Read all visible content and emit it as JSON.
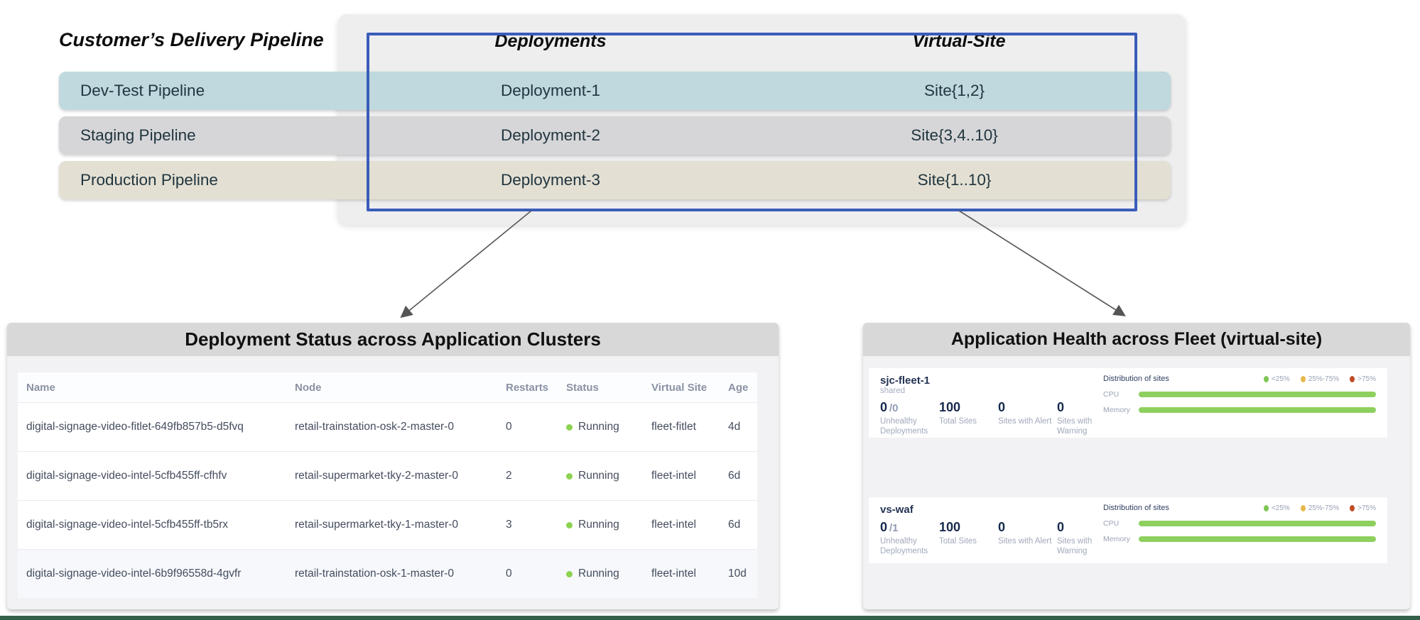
{
  "pipeline": {
    "title": "Customer’s Delivery Pipeline",
    "col_deployments": "Deployments",
    "col_virtual_site": "Virtual-Site",
    "highlight_border_color": "#3a5cba",
    "rows": [
      {
        "name": "Dev-Test Pipeline",
        "deployment": "Deployment-1",
        "sites": "Site{1,2}",
        "color": "#bfd9de"
      },
      {
        "name": "Staging Pipeline",
        "deployment": "Deployment-2",
        "sites": "Site{3,4..10}",
        "color": "#d6d6d8"
      },
      {
        "name": "Production Pipeline",
        "deployment": "Deployment-3",
        "sites": "Site{1..10}",
        "color": "#e3e0d3"
      }
    ]
  },
  "deployment_panel": {
    "title": "Deployment Status across Application Clusters",
    "columns": [
      "Name",
      "Node",
      "Restarts",
      "Status",
      "Virtual Site",
      "Age"
    ],
    "status_dot_color": "#8cd352",
    "rows": [
      {
        "name": "digital-signage-video-fitlet-649fb857b5-d5fvq",
        "node": "retail-trainstation-osk-2-master-0",
        "restarts": "0",
        "status": "Running",
        "virtual_site": "fleet-fitlet",
        "age": "4d"
      },
      {
        "name": "digital-signage-video-intel-5cfb455ff-cfhfv",
        "node": "retail-supermarket-tky-2-master-0",
        "restarts": "2",
        "status": "Running",
        "virtual_site": "fleet-intel",
        "age": "6d"
      },
      {
        "name": "digital-signage-video-intel-5cfb455ff-tb5rx",
        "node": "retail-supermarket-tky-1-master-0",
        "restarts": "3",
        "status": "Running",
        "virtual_site": "fleet-intel",
        "age": "6d"
      },
      {
        "name": "digital-signage-video-intel-6b9f96558d-4gvfr",
        "node": "retail-trainstation-osk-1-master-0",
        "restarts": "0",
        "status": "Running",
        "virtual_site": "fleet-intel",
        "age": "10d"
      }
    ]
  },
  "health_panel": {
    "title": "Application Health across Fleet (virtual-site)",
    "bar_color": "#8ed05e",
    "legend": [
      {
        "label": "<25%",
        "color": "#7dc653"
      },
      {
        "label": "25%-75%",
        "color": "#e6b94d"
      },
      {
        "label": ">75%",
        "color": "#c24b27"
      }
    ],
    "cards": [
      {
        "name": "sjc-fleet-1",
        "subtitle": "shared",
        "stats": [
          {
            "value": "0",
            "suffix": "/0",
            "label": "Unhealthy Deployments"
          },
          {
            "value": "100",
            "suffix": "",
            "label": "Total Sites"
          },
          {
            "value": "0",
            "suffix": "",
            "label": "Sites with Alert"
          },
          {
            "value": "0",
            "suffix": "",
            "label": "Sites with Warning"
          }
        ],
        "distribution": {
          "title": "Distribution of sites",
          "bars": [
            {
              "label": "CPU",
              "percent": 100
            },
            {
              "label": "Memory",
              "percent": 100
            }
          ]
        }
      },
      {
        "name": "vs-waf",
        "subtitle": "",
        "stats": [
          {
            "value": "0",
            "suffix": "/1",
            "label": "Unhealthy Deployments"
          },
          {
            "value": "100",
            "suffix": "",
            "label": "Total Sites"
          },
          {
            "value": "0",
            "suffix": "",
            "label": "Sites with Alert"
          },
          {
            "value": "0",
            "suffix": "",
            "label": "Sites with Warning"
          }
        ],
        "distribution": {
          "title": "Distribution of sites",
          "bars": [
            {
              "label": "CPU",
              "percent": 100
            },
            {
              "label": "Memory",
              "percent": 100
            }
          ]
        }
      }
    ]
  },
  "footer": {
    "accent_line_color": "#346048"
  }
}
